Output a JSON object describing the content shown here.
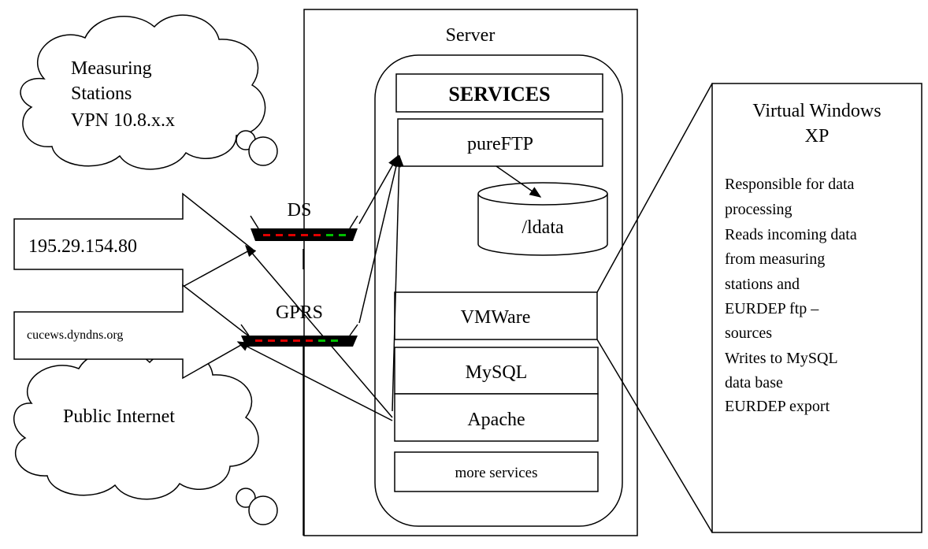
{
  "server": {
    "label": "Server"
  },
  "services": {
    "header": "SERVICES",
    "pureftp": "pureFTP",
    "ldata": "/ldata",
    "vmware": "VMWare",
    "mysql": "MySQL",
    "apache": "Apache",
    "more": "more services"
  },
  "clouds": {
    "measuring": [
      "Measuring",
      "Stations",
      "VPN 10.8.x.x"
    ],
    "public": "Public Internet"
  },
  "arrows": {
    "ip": "195.29.154.80",
    "dyndns": "cucews.dyndns.org"
  },
  "routers": {
    "ds": "DS",
    "gprs": "GPRS"
  },
  "vm_note": {
    "title": [
      "Virtual Windows",
      "XP"
    ],
    "lines": [
      "Responsible for data",
      "processing",
      "Reads incoming data",
      "from measuring",
      "stations and",
      "EURDEP ftp –",
      "sources",
      "Writes to MySQL",
      "data base",
      "EURDEP export"
    ]
  },
  "colors": {
    "led_red": "#e00000",
    "led_green": "#00c000",
    "router_body": "#000000"
  }
}
